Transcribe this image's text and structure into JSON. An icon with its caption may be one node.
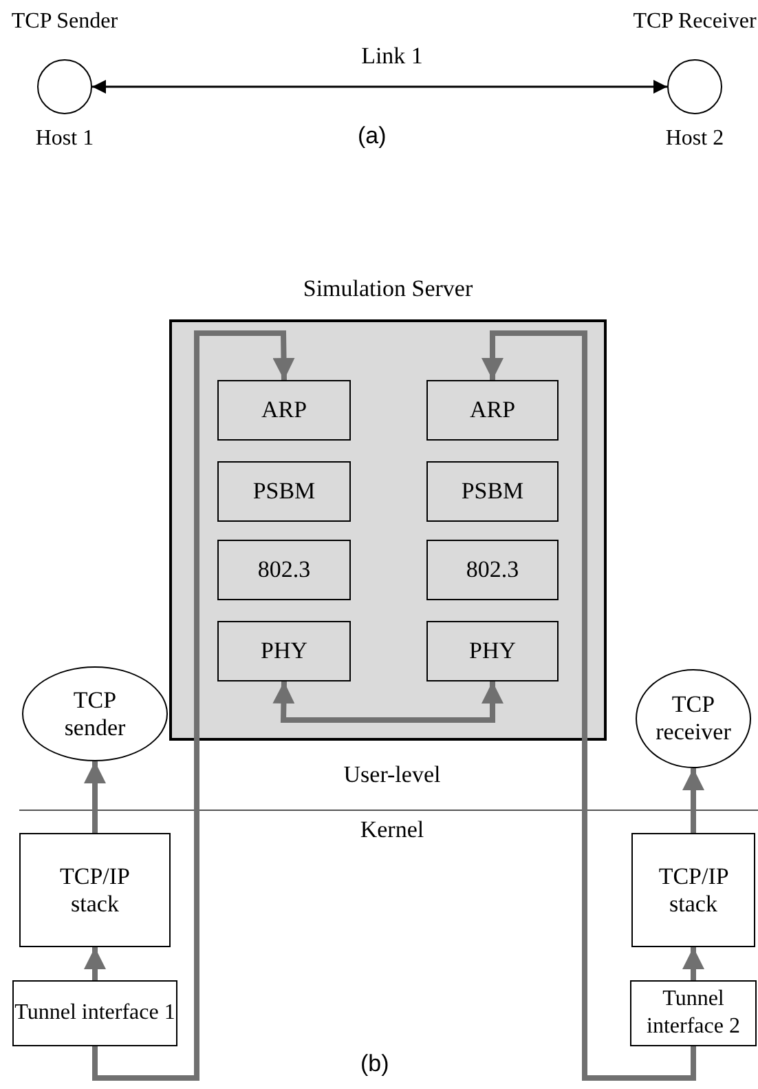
{
  "diagram": {
    "nodes": [
      {
        "text": [
          "TCP Sender",
          "Host 1"
        ]
      },
      {
        "text": [
          "TCP Receiver",
          "Host 2"
        ]
      },
      {
        "text": [
          "Simulation Server"
        ]
      },
      {
        "text": [
          "ARP"
        ],
        "in": 2
      },
      {
        "text": [
          "PSBM"
        ],
        "in": 2
      },
      {
        "text": [
          "802.3"
        ],
        "in": 2
      },
      {
        "text": [
          "PHY"
        ],
        "in": 2
      },
      {
        "text": [
          "ARP"
        ],
        "in": 2
      },
      {
        "text": [
          "PSBM"
        ],
        "in": 2
      },
      {
        "text": [
          "802.3"
        ],
        "in": 2
      },
      {
        "text": [
          "PHY"
        ],
        "in": 2
      },
      {
        "text": [
          "TCP sender"
        ]
      },
      {
        "text": [
          "TCP receiver"
        ]
      },
      {
        "text": [
          "TCP/IP stack"
        ]
      },
      {
        "text": [
          "Tunnel interface 1"
        ]
      },
      {
        "text": [
          "TCP/IP stack"
        ]
      },
      {
        "text": [
          "Tunnel interface 2"
        ]
      }
    ],
    "edges": [
      {
        "from": 0,
        "to": 1,
        "arrow": "both",
        "label": "Link 1",
        "color": "#000000"
      },
      {
        "from": 14,
        "to": 13,
        "arrow": "to"
      },
      {
        "from": 13,
        "to": 11,
        "arrow": "to"
      },
      {
        "from": 14,
        "to": 3,
        "arrow": "to"
      },
      {
        "from": 16,
        "to": 15,
        "arrow": "to"
      },
      {
        "from": 15,
        "to": 12,
        "arrow": "to"
      },
      {
        "from": 16,
        "to": 7,
        "arrow": "to"
      },
      {
        "from": 6,
        "to": 10,
        "arrow": "both"
      }
    ],
    "labels": [
      "(a)",
      "User-level",
      "Kernel",
      "(b)"
    ]
  }
}
